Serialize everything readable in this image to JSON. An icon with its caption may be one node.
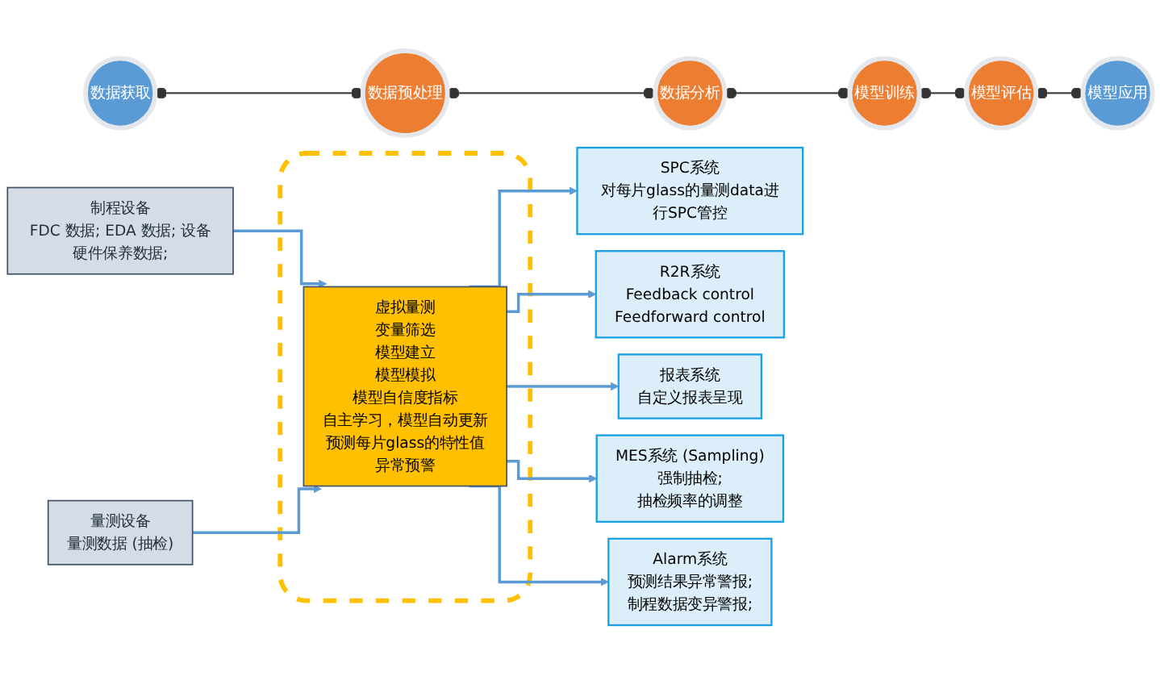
{
  "diagram": {
    "nodes": [
      {
        "text": [
          "数据获取"
        ]
      },
      {
        "text": [
          "数据预处理"
        ]
      },
      {
        "text": [
          "数据分析"
        ]
      },
      {
        "text": [
          "模型训练"
        ]
      },
      {
        "text": [
          "模型评估"
        ]
      },
      {
        "text": [
          "模型应用"
        ]
      },
      {
        "text": [
          "制程设备",
          "FDC 数据; EDA 数据; 设备硬件保养数据;"
        ]
      },
      {
        "text": [
          "量测设备",
          "量测数据 (抽检)"
        ]
      },
      {
        "text": [],
        "shape": "box"
      },
      {
        "text": [
          "虚拟量测",
          "变量筛选",
          "模型建立",
          "模型模拟",
          "模型自信度指标",
          "自主学习，模型自动更新",
          "预测每片glass的特性值",
          "异常预警"
        ],
        "in": 8
      },
      {
        "text": [
          "SPC系统",
          "对每片glass的量测data进行SPC管控"
        ]
      },
      {
        "text": [
          "R2R系统",
          "Feedback control",
          "Feedforward control"
        ]
      },
      {
        "text": [
          "报表系统",
          "自定义报表呈现"
        ]
      },
      {
        "text": [
          "MES系统 (Sampling)",
          "强制抽检;",
          "抽检频率的调整"
        ]
      },
      {
        "text": [
          "Alarm系统",
          "预测结果异常警报;",
          "制程数据变异警报;"
        ]
      }
    ],
    "edges": [
      {
        "from": 0,
        "to": 1,
        "arrow": "other",
        "color": "#404040"
      },
      {
        "from": 1,
        "to": 2,
        "arrow": "other",
        "color": "#404040"
      },
      {
        "from": 2,
        "to": 3,
        "arrow": "other",
        "color": "#404040"
      },
      {
        "from": 3,
        "to": 4,
        "arrow": "other",
        "color": "#404040"
      },
      {
        "from": 4,
        "to": 5,
        "arrow": "other",
        "color": "#404040"
      },
      {
        "from": 6,
        "to": 9,
        "arrow": "to"
      },
      {
        "from": 7,
        "to": 9,
        "arrow": "to"
      },
      {
        "from": 9,
        "to": 10,
        "arrow": "to"
      },
      {
        "from": 9,
        "to": 11,
        "arrow": "to"
      },
      {
        "from": 9,
        "to": 12,
        "arrow": "to"
      },
      {
        "from": 9,
        "to": 13,
        "arrow": "to"
      },
      {
        "from": 9,
        "to": 14,
        "arrow": "to"
      }
    ]
  }
}
